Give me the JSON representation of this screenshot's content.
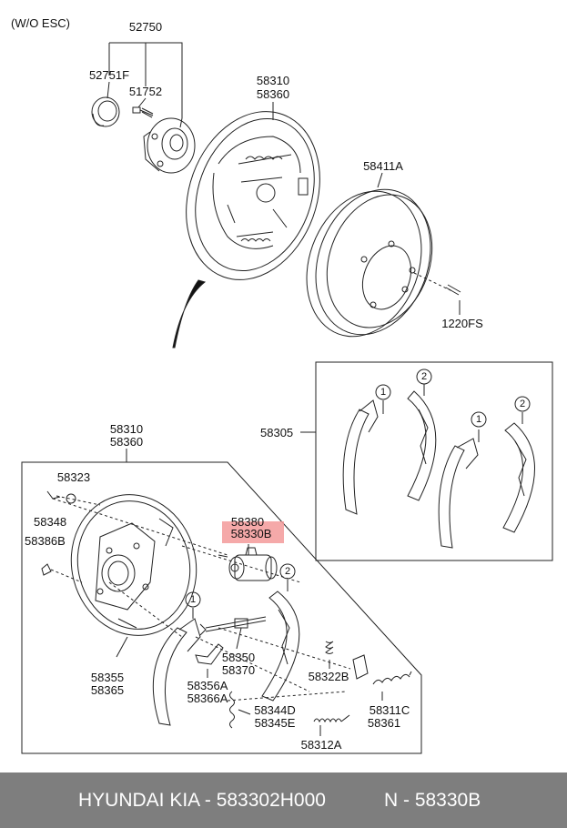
{
  "header_note": "(W/O ESC)",
  "labels": {
    "l52750": "52750",
    "l52751F": "52751F",
    "l51752": "51752",
    "l58310_top": "58310",
    "l58360_top": "58360",
    "l58411A": "58411A",
    "l1220FS": "1220FS",
    "l58305": "58305",
    "l58310_mid": "58310",
    "l58360_mid": "58360",
    "l58323": "58323",
    "l58348": "58348",
    "l58386B": "58386B",
    "l58380": "58380",
    "l58330B": "58330B",
    "l58355": "58355",
    "l58365": "58365",
    "l58350": "58350",
    "l58370": "58370",
    "l58356A": "58356A",
    "l58366A": "58366A",
    "l58322B": "58322B",
    "l58344D": "58344D",
    "l58345E": "58345E",
    "l58311C": "58311C",
    "l58361": "58361",
    "l58312A": "58312A",
    "c1a": "1",
    "c2a": "2",
    "c1b": "1",
    "c2b": "2",
    "c2c": "2",
    "c1c": "1"
  },
  "footer": {
    "left": "HYUNDAI  KIA - 583302H000",
    "right": "N - 58330B"
  },
  "colors": {
    "highlight": "#f39a9a",
    "footer_bg": "#7e7e7e"
  }
}
